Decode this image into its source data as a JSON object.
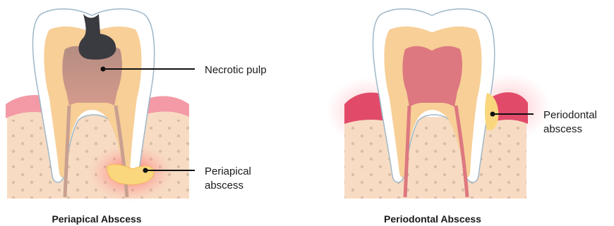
{
  "left_panel": {
    "caption": "Periapical Abscess",
    "labels": {
      "necrotic_pulp": "Necrotic pulp",
      "periapical_line1": "Periapical",
      "periapical_line2": "abscess"
    }
  },
  "right_panel": {
    "caption": "Periodontal Abscess",
    "labels": {
      "periodontal_line1": "Periodontal",
      "periodontal_line2": "abscess"
    }
  },
  "colors": {
    "bone": "#f7dcc3",
    "bone_dots": "#d9bea6",
    "gum": "#f39aa6",
    "gum_inflamed": "#e24a6a",
    "enamel": "#ffffff",
    "dentin": "#f7cf97",
    "pulp": "#dd7880",
    "necrotic": "#3a3b40",
    "pus": "#fad77d",
    "outline": "#9fb7c8"
  }
}
